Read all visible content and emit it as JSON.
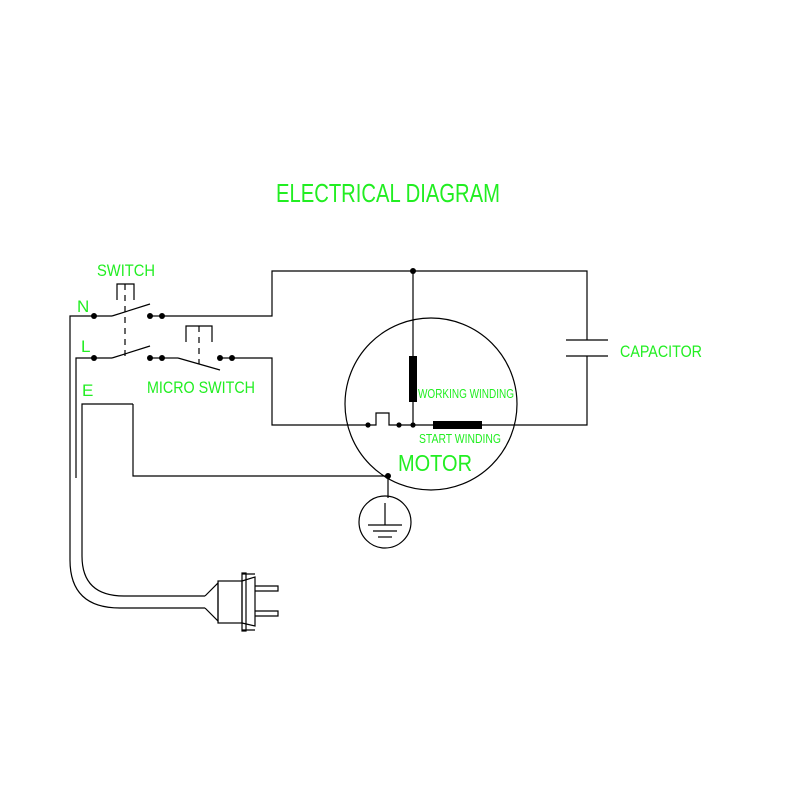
{
  "title": "ELECTRICAL DIAGRAM",
  "labels": {
    "switch": "SWITCH",
    "neutral": "N",
    "live": "L",
    "earth": "E",
    "micro_switch": "MICRO SWITCH",
    "capacitor": "CAPACITOR",
    "working_winding": "WORKING WINDING",
    "start_winding": "START WINDING",
    "motor": "MOTOR"
  },
  "colors": {
    "label": "#22ee22",
    "wire": "#000000",
    "background": "#ffffff"
  }
}
